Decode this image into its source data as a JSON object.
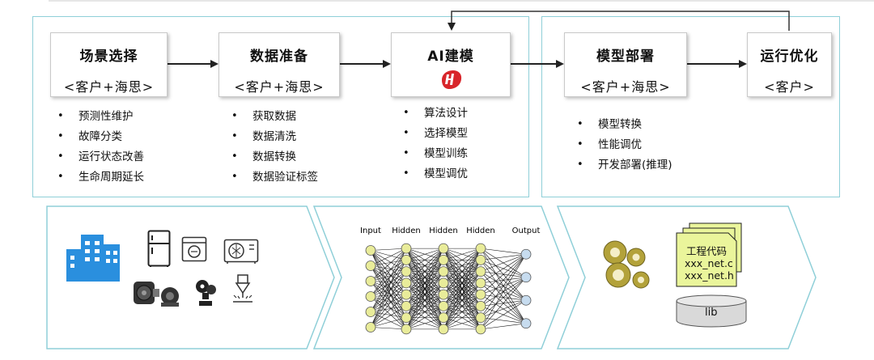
{
  "stages": [
    {
      "title": "场景选择",
      "sub": "<客户+海思>"
    },
    {
      "title": "数据准备",
      "sub": "<客户+海思>"
    },
    {
      "title": "AI建模",
      "sub": ""
    },
    {
      "title": "模型部署",
      "sub": "<客户+海思>"
    },
    {
      "title": "运行优化",
      "sub": "<客户>"
    }
  ],
  "lists": {
    "scenario": [
      "预测性维护",
      "故障分类",
      "运行状态改善",
      "生命周期延长"
    ],
    "data": [
      "获取数据",
      "数据清洗",
      "数据转换",
      "数据验证标签"
    ],
    "modeling": [
      "算法设计",
      "选择模型",
      "模型训练",
      "模型调优"
    ],
    "deploy": [
      "模型转换",
      "性能调优",
      "开发部署(推理)"
    ]
  },
  "nn": {
    "layers": [
      "Input",
      "Hidden",
      "Hidden",
      "Hidden",
      "Output"
    ]
  },
  "files": {
    "lines": [
      "工程代码",
      "xxx_net.c",
      "xxx_net.h"
    ],
    "lib": "lib"
  },
  "colors": {
    "panel_border": "#8fcfd8",
    "accent_red": "#d8262b",
    "node_fill": "#e9ec9a",
    "output_fill": "#c7dcef",
    "building": "#2a8fde",
    "file_fill": "#eaf59b"
  }
}
